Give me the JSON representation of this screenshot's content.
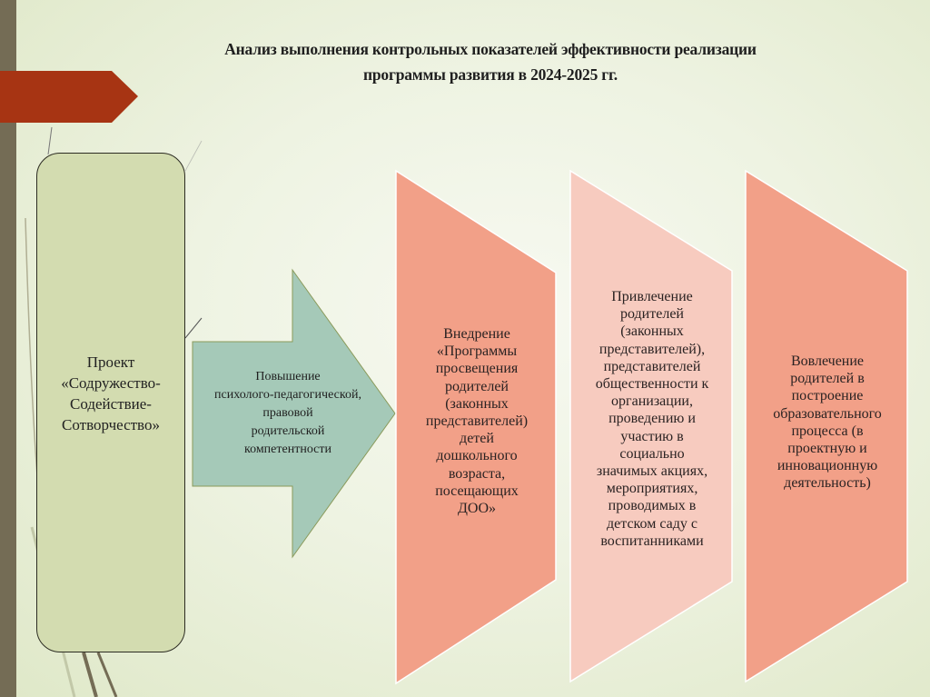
{
  "slide": {
    "title_lines": [
      "Анализ выполнения контрольных показателей эффективности реализации",
      "программы развития в 2024-2025 гг."
    ],
    "colors": {
      "side_bar": "#746c55",
      "banner": "#a73413",
      "project_box": "#d3dcb0",
      "arrow": "#a5c9b8",
      "panel_strong": "#f2a088",
      "panel_light": "#f7cbbf"
    }
  },
  "project": {
    "lines": [
      "Проект",
      "«Содружество-",
      "Содействие-",
      "Сотворчество»"
    ]
  },
  "arrow": {
    "lines": [
      "Повышение",
      "психолого-педагогической,",
      "правовой",
      "родительской",
      "компетентности"
    ]
  },
  "panels": [
    {
      "lines": [
        "Внедрение",
        "«Программы",
        "просвещения",
        "родителей",
        "(законных",
        "представителей)",
        "детей",
        "дошкольного",
        "возраста,",
        "посещающих",
        "ДОО»"
      ]
    },
    {
      "lines": [
        "Привлечение",
        "родителей",
        "(законных",
        "представителей),",
        "представителей",
        "общественности к",
        "организации,",
        "проведению и",
        "участию в",
        "социально",
        "значимых акциях,",
        "мероприятиях,",
        "проводимых в",
        "детском саду с",
        "воспитанниками"
      ]
    },
    {
      "lines": [
        "Вовлечение",
        "родителей в",
        "построение",
        "образовательного",
        "процесса (в",
        "проектную и",
        "инновационную",
        "деятельность)"
      ]
    }
  ]
}
